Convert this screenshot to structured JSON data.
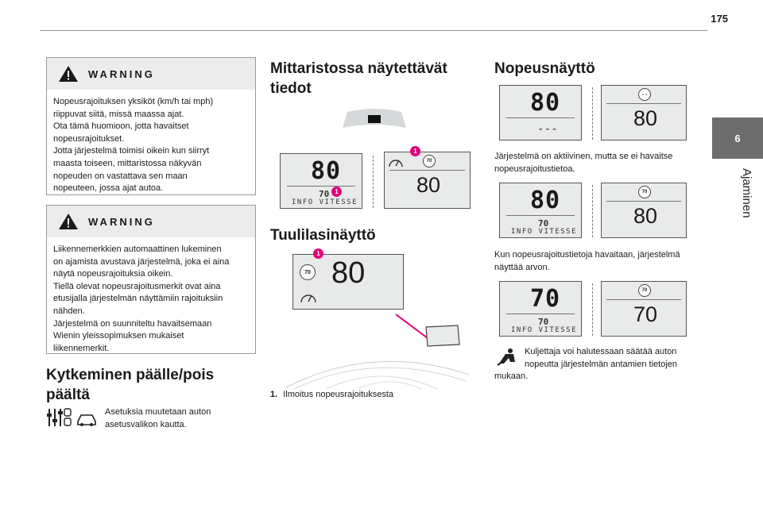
{
  "page": {
    "number": "175"
  },
  "chapter": {
    "number": "6",
    "title": "Ajaminen"
  },
  "warnings": [
    {
      "title": "WARNING",
      "lines": [
        "Nopeusrajoituksen yksiköt (km/h tai mph)",
        "riippuvat siitä, missä maassa ajat.",
        "Ota tämä huomioon, jotta havaitset",
        "nopeusrajoitukset.",
        "Jotta järjestelmä toimisi oikein kun siirryt",
        "maasta toiseen, mittaristossa näkyvän",
        "nopeuden on vastattava sen maan",
        "nopeuteen, jossa ajat autoa."
      ]
    },
    {
      "title": "WARNING",
      "lines": [
        "Liikennemerkkien automaattinen lukeminen",
        "on ajamista avustava järjestelmä, joka ei aina",
        "näytä nopeusrajoituksia oikein.",
        "Tiellä olevat nopeusrajoitusmerkit ovat aina",
        "etusijalla järjestelmän näyttämiin rajoituksiin",
        "nähden.",
        "Järjestelmä on suunniteltu havaitsemaan",
        "Wienin yleissopimuksen mukaiset",
        "liikennemerkit."
      ]
    }
  ],
  "section_onoff": {
    "heading_line1": "Kytkeminen päälle/pois",
    "heading_line2": "päältä",
    "text_line1": "Asetuksia muutetaan auton",
    "text_line2": "asetusvalikon kautta.",
    "icons": [
      "settings-sliders-icon",
      "car-icon"
    ]
  },
  "section_cluster": {
    "heading_line1": "Mittaristossa näytettävät",
    "heading_line2": "tiedot",
    "cluster": {
      "big": "80",
      "small": "70",
      "info": "INFO VITESSE"
    },
    "panel": {
      "sign": "70",
      "speed": "80"
    },
    "marker": "1"
  },
  "section_hud": {
    "heading": "Tuulilasinäyttö",
    "sign": "70",
    "speed": "80",
    "marker": "1",
    "footnote_num": "1.",
    "footnote_text": "Ilmoitus nopeusrajoituksesta"
  },
  "section_speed": {
    "heading": "Nopeusnäyttö",
    "row1": {
      "big": "80",
      "dashes": "---",
      "sign": "- -",
      "speed": "80"
    },
    "text1_line1": "Järjestelmä on aktiivinen, mutta se ei havaitse",
    "text1_line2": "nopeusrajoitustietoa.",
    "row2": {
      "big": "80",
      "small": "70",
      "info": "INFO VITESSE",
      "sign": "70",
      "speed": "80"
    },
    "text2_line1": "Kun nopeusrajoitustietoja havaitaan, järjestelmä",
    "text2_line2": "näyttää arvon.",
    "row3": {
      "big": "70",
      "small": "70",
      "info": "INFO VITESSE",
      "sign": "70",
      "speed": "70"
    },
    "text3_line1": "Kuljettaja voi halutessaan säätää auton",
    "text3_line2": "nopeutta järjestelmän antamien tietojen",
    "text3_line3": "mukaan.",
    "note_icon": "driver-hand-icon"
  },
  "colors": {
    "marker": "#e1007a",
    "tab": "#6d6d6d"
  }
}
